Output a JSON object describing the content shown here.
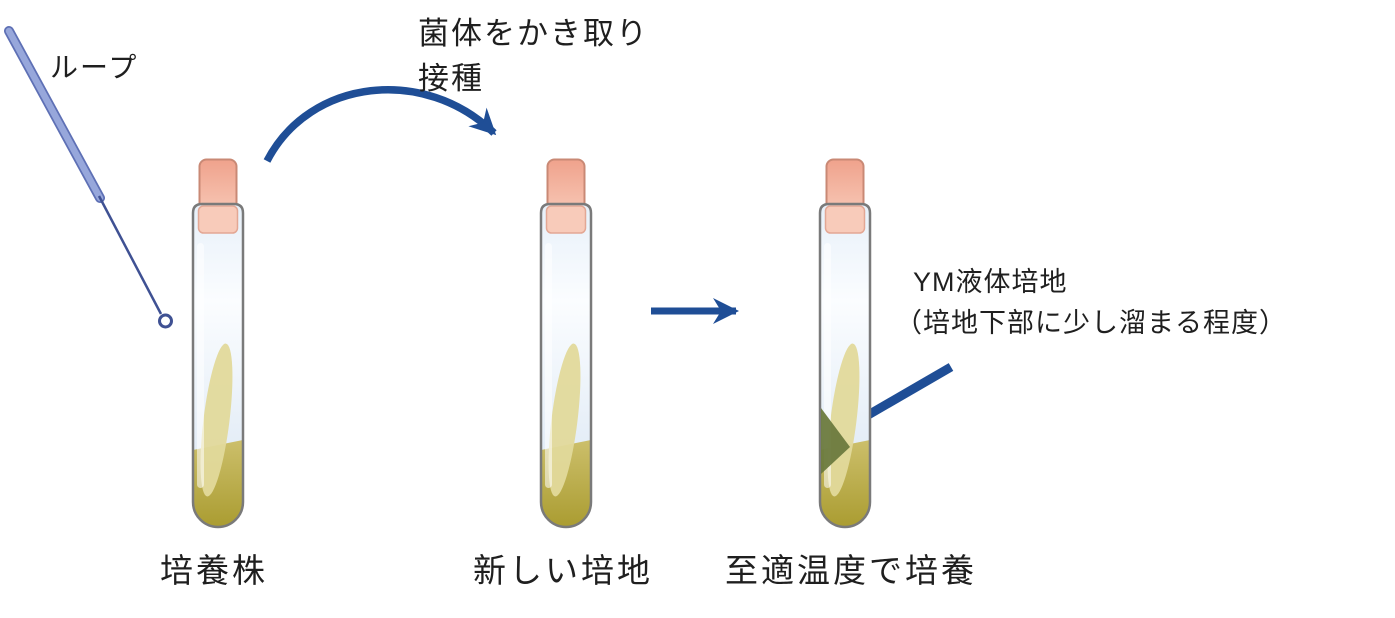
{
  "labels": {
    "loop": "ループ",
    "transfer_note": {
      "line1": "菌体をかき取り",
      "line2": "接種"
    },
    "ym_note": {
      "line1": "YM液体培地",
      "line2": "（培地下部に少し溜まる程度）"
    },
    "tubes": {
      "tube1": "培養株",
      "tube2": "新しい培地",
      "tube3": "至適温度で培養"
    }
  },
  "colors": {
    "arrow_blue": "#1F4E96",
    "stopper_pink": "#F2AE9B",
    "stopper_pink_light": "#F8CBBA",
    "glass_blue": "#DDE9F4",
    "agar_olive": "#B3A538",
    "agar_light_streak": "#E2D99B",
    "pooled_medium_dark": "#6B7A3E",
    "loop_handle": "#97A7DB",
    "loop_wire": "#3F5193",
    "tube_outline": "#7A7A7A",
    "text": "#1F1F1F"
  }
}
